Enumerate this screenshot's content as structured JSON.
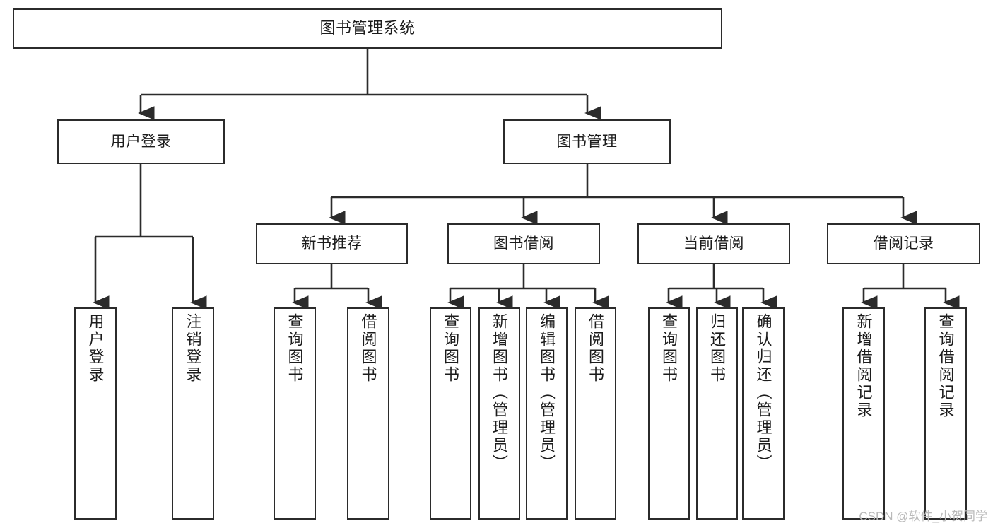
{
  "diagram": {
    "type": "tree-hierarchy-chart",
    "title": "图书管理系统",
    "colors": {
      "box_border": "#2b2b2b",
      "box_fill": "#ffffff",
      "connector": "#2b2b2b",
      "background": "#ffffff",
      "watermark": "#b9b9b9"
    },
    "levels": {
      "root": {
        "label": "图书管理系统"
      },
      "level2": [
        {
          "id": "user-login",
          "label": "用户登录"
        },
        {
          "id": "book-management",
          "label": "图书管理"
        }
      ],
      "level3": [
        {
          "id": "new-book-recommend",
          "label": "新书推荐"
        },
        {
          "id": "book-borrow",
          "label": "图书借阅"
        },
        {
          "id": "current-borrow",
          "label": "当前借阅"
        },
        {
          "id": "borrow-record",
          "label": "借阅记录"
        }
      ],
      "leaves": [
        {
          "id": "leaf-user-login",
          "parent": "user-login",
          "label": "用户登录"
        },
        {
          "id": "leaf-logout",
          "parent": "user-login",
          "label": "注销登录"
        },
        {
          "id": "leaf-query-book-1",
          "parent": "new-book-recommend",
          "label": "查询图书"
        },
        {
          "id": "leaf-borrow-book-1",
          "parent": "new-book-recommend",
          "label": "借阅图书"
        },
        {
          "id": "leaf-query-book-2",
          "parent": "book-borrow",
          "label": "查询图书"
        },
        {
          "id": "leaf-add-book",
          "parent": "book-borrow",
          "label": "新增图书（管理员）"
        },
        {
          "id": "leaf-edit-book",
          "parent": "book-borrow",
          "label": "编辑图书（管理员）"
        },
        {
          "id": "leaf-borrow-book-2",
          "parent": "book-borrow",
          "label": "借阅图书"
        },
        {
          "id": "leaf-query-book-3",
          "parent": "current-borrow",
          "label": "查询图书"
        },
        {
          "id": "leaf-return-book",
          "parent": "current-borrow",
          "label": "归还图书"
        },
        {
          "id": "leaf-confirm-return",
          "parent": "current-borrow",
          "label": "确认归还（管理员）"
        },
        {
          "id": "leaf-add-record",
          "parent": "borrow-record",
          "label": "新增借阅记录"
        },
        {
          "id": "leaf-query-record",
          "parent": "borrow-record",
          "label": "查询借阅记录"
        }
      ]
    }
  },
  "watermark": {
    "text": "CSDN @软件_小贺同学"
  }
}
